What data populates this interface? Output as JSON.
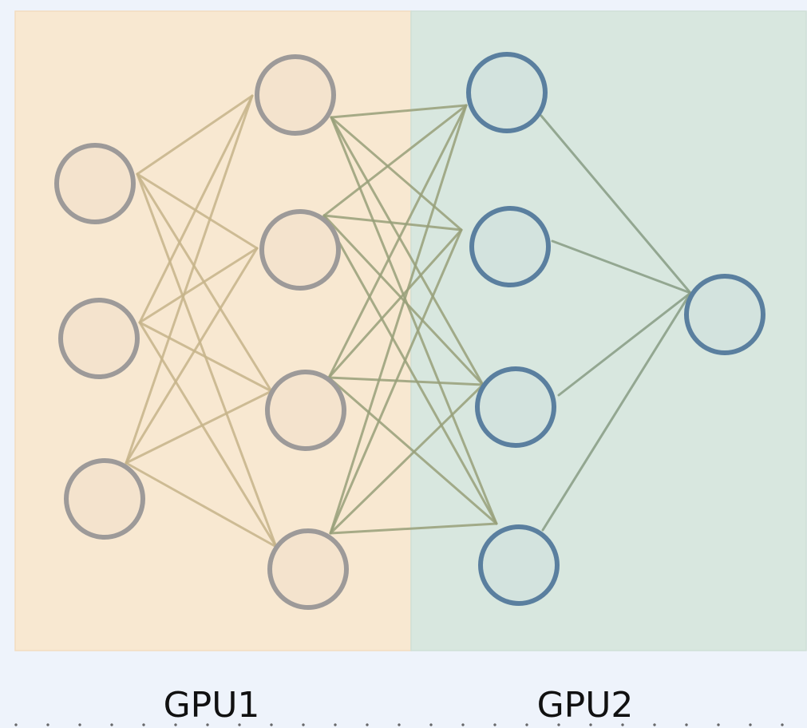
{
  "partitions": [
    {
      "id": "gpu1",
      "label": "GPU1",
      "fill": "#f8e8d1",
      "border": "#f2dcc0"
    },
    {
      "id": "gpu2",
      "label": "GPU2",
      "fill": "#d8e7df",
      "border": "#cfe0d7"
    }
  ],
  "colors": {
    "background": "#eef3fb",
    "gpu1_node_fill": "#f0dfca",
    "gpu1_node_stroke": "#9d9a99",
    "gpu2_node_fill": "#cfe0dd",
    "gpu2_node_stroke": "#5a7f9f",
    "edge_gpu1": "#c6b48a",
    "edge_cross": "#98a07a",
    "edge_gpu2": "#889c84"
  },
  "layers": [
    {
      "id": "input",
      "partition": "gpu1",
      "node_count": 3
    },
    {
      "id": "hidden-1",
      "partition": "gpu1",
      "node_count": 4
    },
    {
      "id": "hidden-2",
      "partition": "gpu2",
      "node_count": 4
    },
    {
      "id": "output",
      "partition": "gpu2",
      "node_count": 1
    }
  ],
  "connectivity": "fully-connected"
}
